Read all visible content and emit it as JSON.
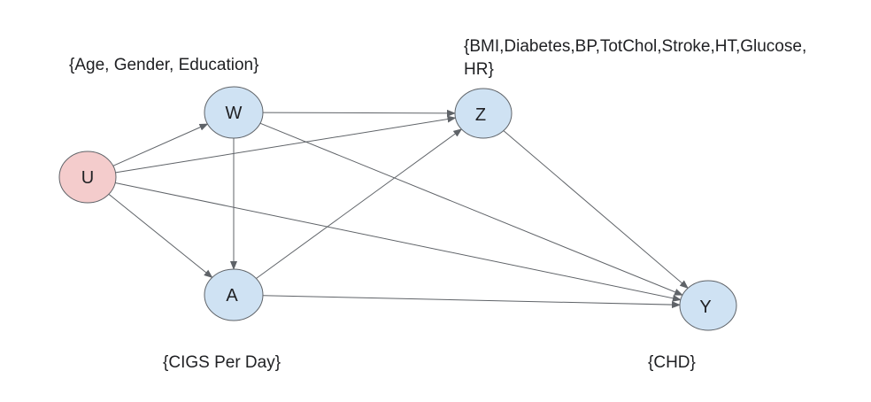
{
  "colors": {
    "node_fill_default": "#cfe2f3",
    "node_fill_U": "#f4cccc",
    "edge": "#5f6368",
    "node_stroke": "#5f6368",
    "text": "#202124"
  },
  "nodes": {
    "U": {
      "label": "U"
    },
    "W": {
      "label": "W"
    },
    "A": {
      "label": "A"
    },
    "Z": {
      "label": "Z"
    },
    "Y": {
      "label": "Y"
    }
  },
  "annotations": {
    "W": "{Age, Gender, Education}",
    "Z_line1": "{BMI,Diabetes,BP,TotChol,Stroke,HT,Glucose,",
    "Z_line2": "HR}",
    "A": "{CIGS Per Day}",
    "Y": "{CHD}"
  },
  "edges": [
    {
      "from": "U",
      "to": "W"
    },
    {
      "from": "U",
      "to": "Z"
    },
    {
      "from": "U",
      "to": "A"
    },
    {
      "from": "U",
      "to": "Y"
    },
    {
      "from": "W",
      "to": "Z"
    },
    {
      "from": "W",
      "to": "A"
    },
    {
      "from": "W",
      "to": "Y"
    },
    {
      "from": "A",
      "to": "Z"
    },
    {
      "from": "A",
      "to": "Y"
    },
    {
      "from": "Z",
      "to": "Y"
    }
  ]
}
